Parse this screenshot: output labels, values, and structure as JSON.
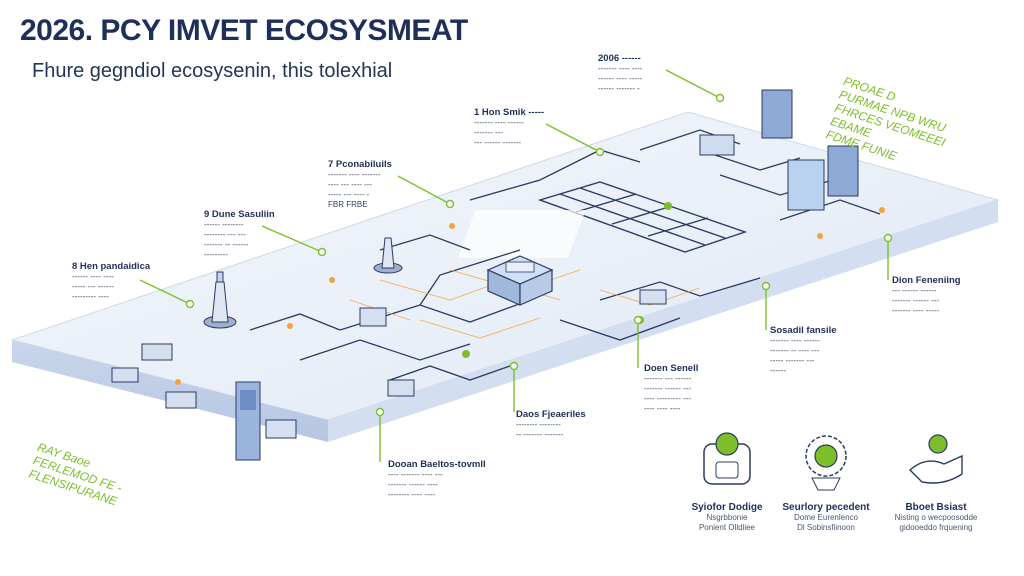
{
  "header": {
    "title": "2026. PCY IMVET ECOSYSMEAT",
    "subtitle": "Fhure gegndiol ecosysenin, this tolexhial"
  },
  "callouts": [
    {
      "head": "2006 ------",
      "lines": [
        "------- ---- ----",
        "------ ---- -----",
        "------ ------- -"
      ]
    },
    {
      "head": "1 Hon Smik -----",
      "lines": [
        "------- ---- ------",
        "------- ---",
        "--- ------ -------"
      ]
    },
    {
      "head": "7 Pconabiluils",
      "lines": [
        "------- ---- -------",
        "---- --- ---- ---",
        "----- --- ---- -",
        "FBR FRBE"
      ]
    },
    {
      "head": "9 Dune Sasuliin",
      "lines": [
        "------ --------",
        "-------- --- ---",
        "------- -- ------",
        "---------"
      ]
    },
    {
      "head": "8 Hen pandaidica",
      "lines": [
        "------ ---- ----",
        "----- --- ------",
        "--------- ----"
      ]
    },
    {
      "head": "Dion Feneniing",
      "lines": [
        "--- ------ ------",
        "------- ------ ---",
        "------- ---- -----"
      ]
    },
    {
      "head": "Sosadil fansile",
      "lines": [
        "------- ---- ------",
        "------- -- ---- ---",
        "----- ------- ---",
        "------"
      ]
    },
    {
      "head": "Doen Senell",
      "lines": [
        "------- --- ------",
        "------- ------ ---",
        "---- --------- ---",
        "---- ---- ----"
      ]
    },
    {
      "head": "Daos Fjeaeriles",
      "lines": [
        "-------- --------",
        "-- ------- -------"
      ]
    },
    {
      "head": "Dooan Baeltos-tovmll",
      "lines": [
        "---- ------- ---- ---",
        "------- ------ ----",
        "-------- ---- ----"
      ]
    }
  ],
  "icon_cards": [
    {
      "label": "Syiofor Dodige",
      "sub": [
        "Nsgrbbonie",
        "Ponient Olldliee"
      ],
      "icon": "lock-shield-icon"
    },
    {
      "label": "Seurlory pecedent",
      "sub": [
        "Dome Eurenlenco",
        "Dl Sobinsfiinoon"
      ],
      "icon": "gear-globe-icon"
    },
    {
      "label": "Bboet Bsiast",
      "sub": [
        "Nisting o wecpoosodde",
        "gidooeddo frquening"
      ],
      "icon": "hand-shield-icon"
    }
  ],
  "side_text": {
    "top_right": [
      "PROAE D",
      "PURMAE NPB WRU",
      "FHRCES VEOMEEEI",
      "EBAME",
      "FDME FUNIE"
    ],
    "bottom_left": [
      "RAY Baoe",
      "FERLEMOD FE -",
      "FLENSIPURANE"
    ]
  },
  "colors": {
    "accent": "#7cbf2a",
    "title": "#1f2f5a",
    "platform": "#e7eef8",
    "circuit": "#2b3a63",
    "highlight": "#f2a43a"
  }
}
